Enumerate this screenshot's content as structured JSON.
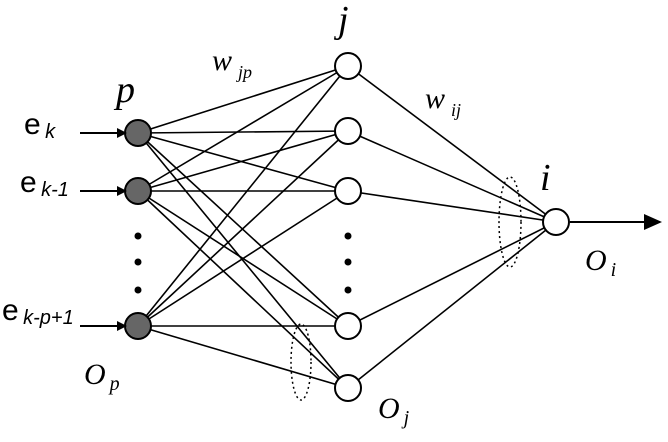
{
  "layers": {
    "input_label": "p",
    "hidden_label": "j",
    "output_label": "i"
  },
  "weights": {
    "input_hidden": {
      "main": "w",
      "sub": "jp"
    },
    "hidden_output": {
      "main": "w",
      "sub": "ij"
    }
  },
  "inputs": [
    {
      "main": "e",
      "sub": "k"
    },
    {
      "main": "e",
      "sub": "k-1"
    },
    {
      "main": "e",
      "sub": "k-p+1"
    }
  ],
  "outputs": {
    "input": {
      "main": "O",
      "sub": "p"
    },
    "hidden": {
      "main": "O",
      "sub": "j"
    },
    "final": {
      "main": "O",
      "sub": "i"
    }
  },
  "colors": {
    "input_node_fill": "#666666",
    "hidden_node_fill": "#ffffff",
    "stroke": "#000000"
  }
}
